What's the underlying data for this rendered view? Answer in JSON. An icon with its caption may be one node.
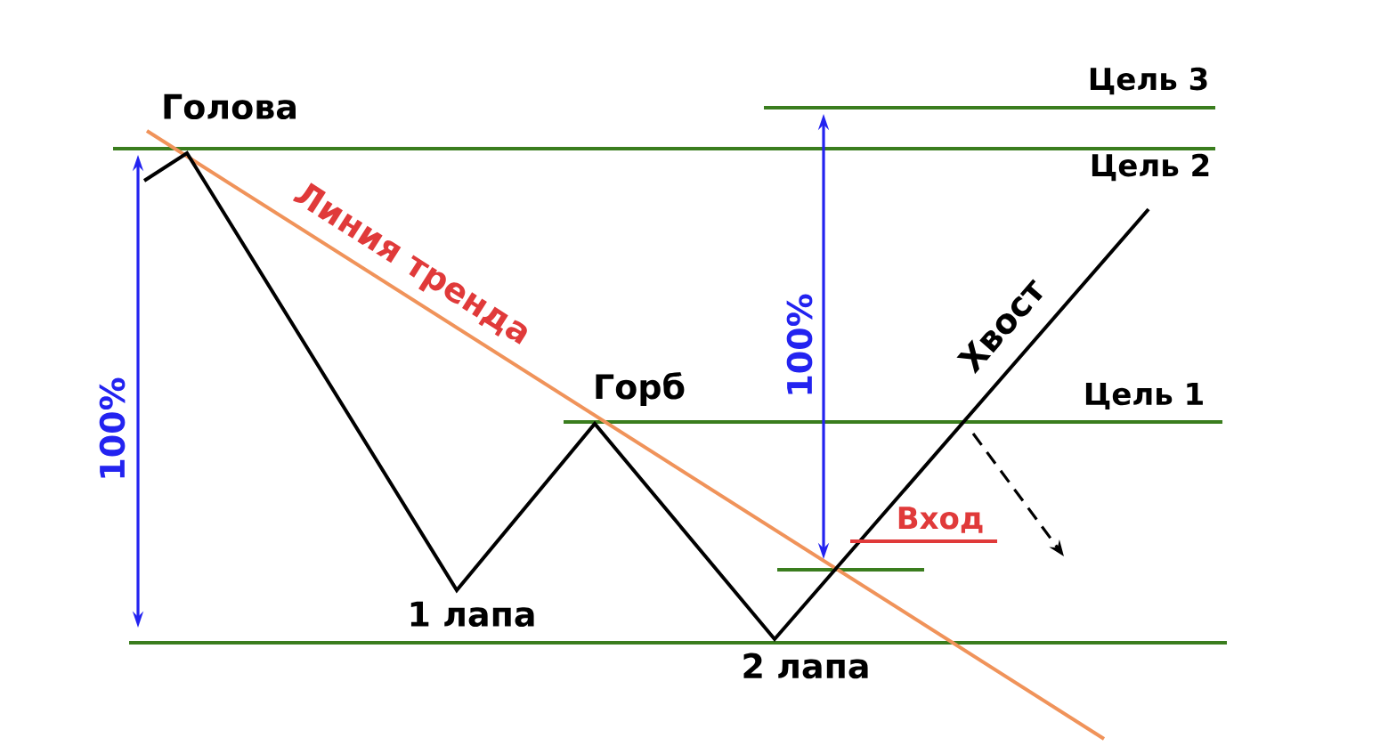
{
  "diagram": {
    "labels": [
      "Цель 3",
      "Голова",
      "Цель 2",
      "Линия тренда",
      "Хвост",
      "100%",
      "Горб",
      "Цель 1",
      "100%",
      "Вход",
      "1 лапа",
      "2 лапа"
    ]
  }
}
